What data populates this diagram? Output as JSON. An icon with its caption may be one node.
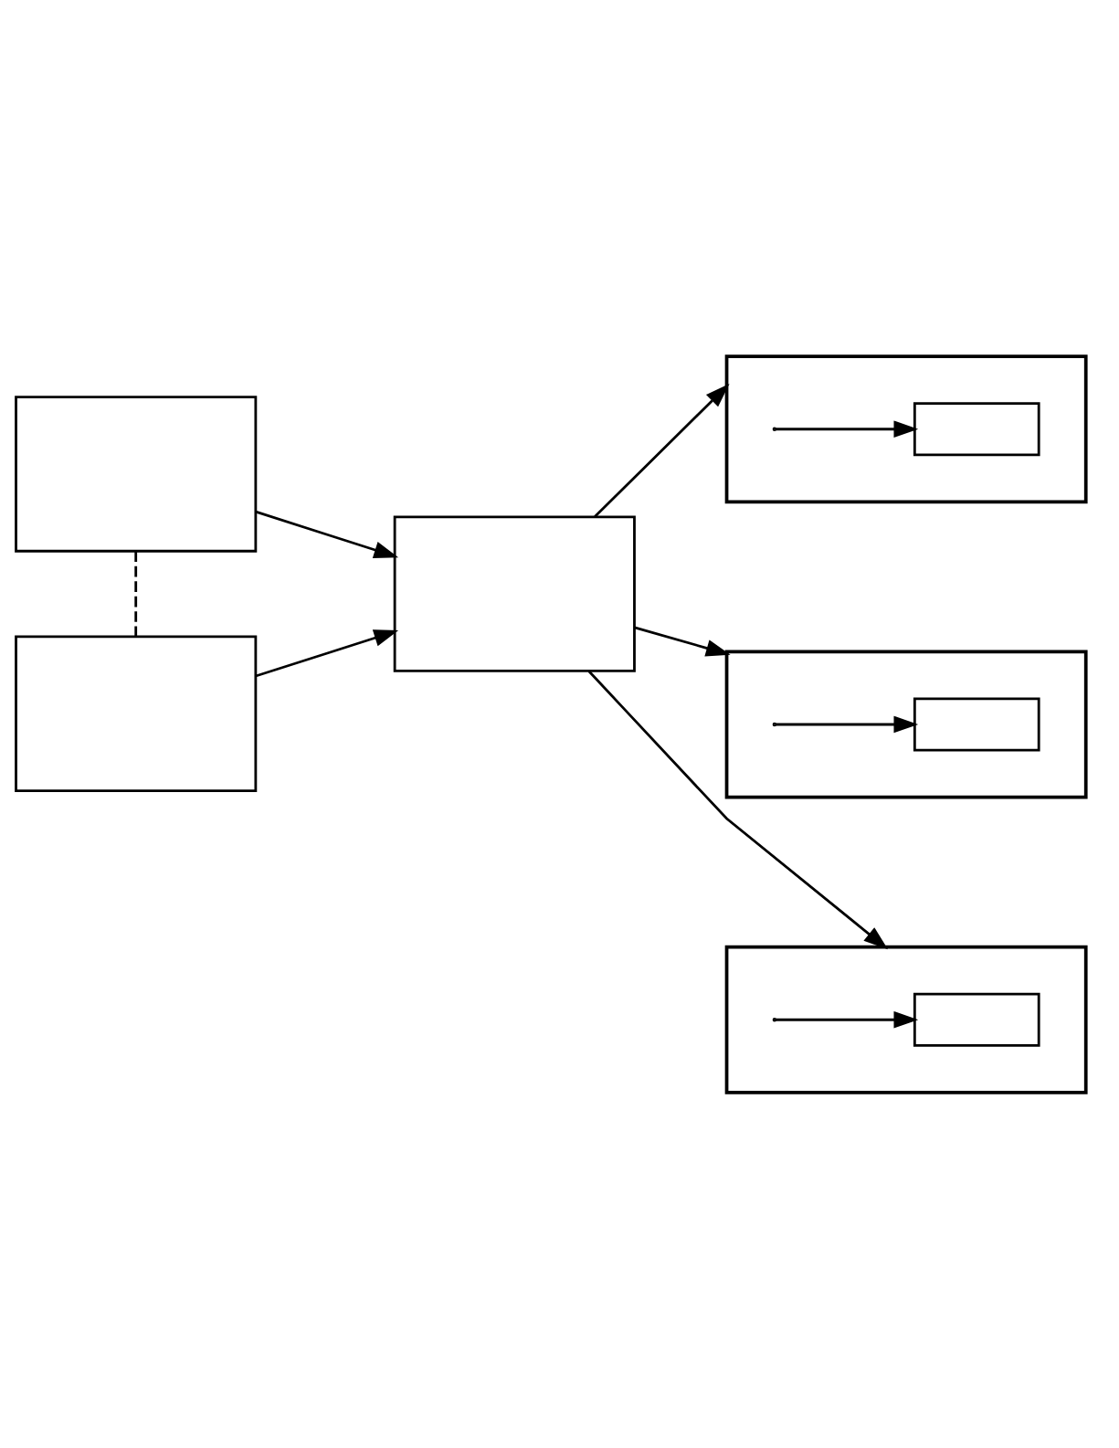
{
  "diagram": {
    "nodes": [
      {
        "text": [],
        "shape": "box"
      },
      {
        "text": [],
        "shape": "box"
      },
      {
        "text": [],
        "shape": "box"
      },
      {
        "text": [],
        "shape": "box"
      },
      {
        "text": [],
        "shape": "box",
        "in": 3
      },
      {
        "text": [],
        "shape": "box"
      },
      {
        "text": [],
        "shape": "box",
        "in": 5
      },
      {
        "text": [],
        "shape": "box"
      },
      {
        "text": [],
        "shape": "box",
        "in": 7
      }
    ],
    "edges": [
      {
        "from": 0,
        "to": 1,
        "arrow": "none",
        "style": "dashed"
      },
      {
        "from": 0,
        "to": 2,
        "arrow": "to"
      },
      {
        "from": 1,
        "to": 2,
        "arrow": "to"
      },
      {
        "from": 2,
        "to": 3,
        "arrow": "to"
      },
      {
        "from": 2,
        "to": 5,
        "arrow": "to"
      },
      {
        "from": 2,
        "to": 7,
        "arrow": "to"
      },
      {
        "from": null,
        "to": 4,
        "arrow": "to"
      },
      {
        "from": null,
        "to": 6,
        "arrow": "to"
      },
      {
        "from": null,
        "to": 8,
        "arrow": "to"
      }
    ]
  }
}
